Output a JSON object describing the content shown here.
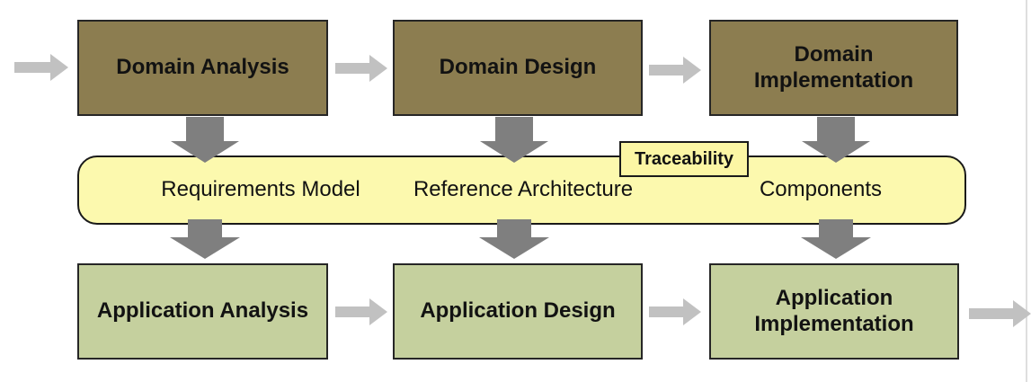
{
  "colors": {
    "domain_box_fill": "#8C7D50",
    "application_box_fill": "#C5D09E",
    "band_fill": "#FCF9AE",
    "tag_fill": "#FCF6A4",
    "arrow_light": "#C1C1C1",
    "arrow_dark": "#7F7F7F",
    "page_edge": "#dedede"
  },
  "top_row": [
    "Domain Analysis",
    "Domain Design",
    "Domain Implementation"
  ],
  "artifacts_band": {
    "items": [
      "Requirements Model",
      "Reference Architecture",
      "Components"
    ],
    "tag": "Traceability"
  },
  "bottom_row": [
    "Application Analysis",
    "Application Design",
    "Application Implementation"
  ]
}
